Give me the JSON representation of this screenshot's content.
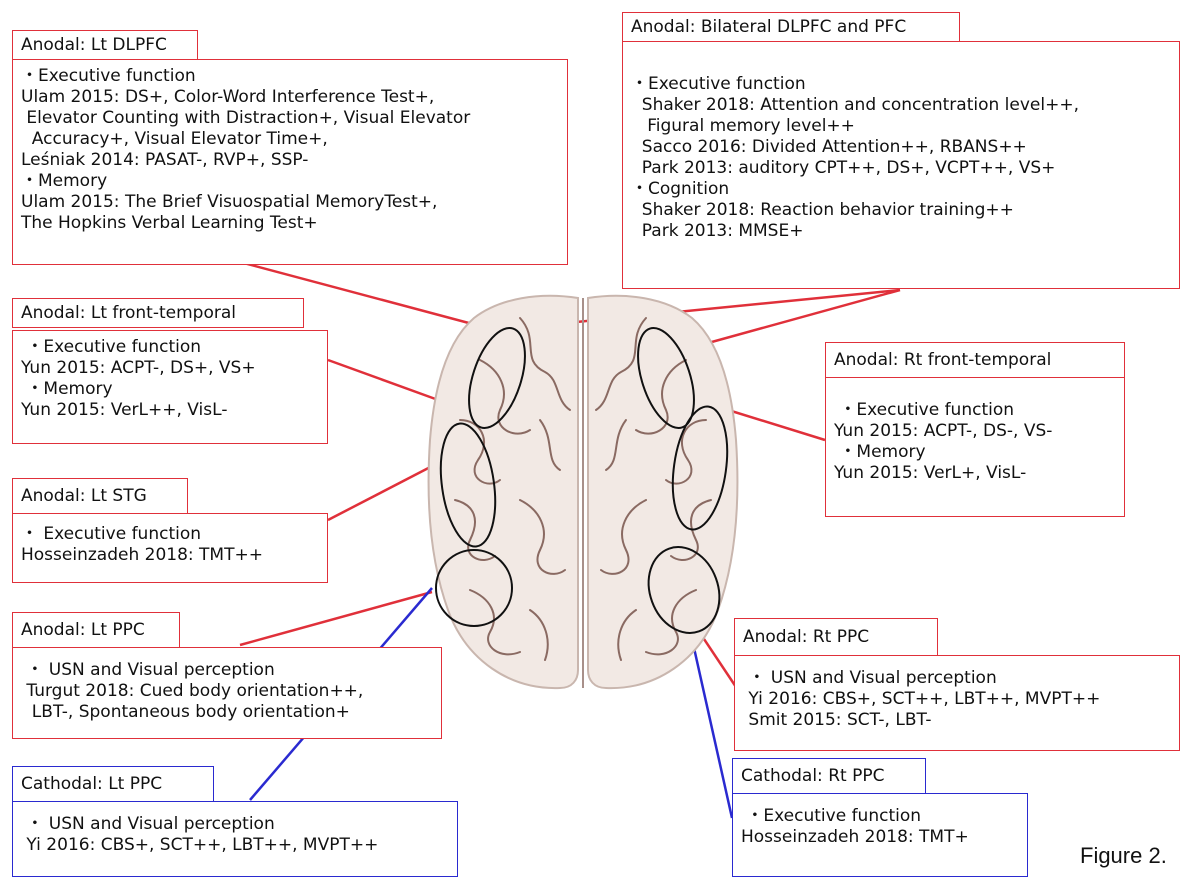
{
  "panels": {
    "lt_dlpfc": {
      "title": "Anodal: Lt DLPFC",
      "lines": [
        "・Executive function",
        "Ulam 2015: DS+, Color-Word Interference Test+,",
        " Elevator Counting with Distraction+, Visual Elevator",
        "  Accuracy+, Visual Elevator Time+,",
        "Leśniak 2014: PASAT-, RVP+, SSP-",
        "・Memory",
        "Ulam 2015: The Brief Visuospatial MemoryTest+,",
        "The Hopkins Verbal Learning Test+"
      ]
    },
    "bilateral": {
      "title": "Anodal: Bilateral DLPFC and PFC",
      "lines": [
        "・Executive function",
        "  Shaker 2018: Attention and concentration level++,",
        "   Figural memory level++",
        "  Sacco 2016: Divided Attention++, RBANS++",
        "  Park 2013: auditory CPT++, DS+, VCPT++, VS+",
        "・Cognition",
        "  Shaker 2018: Reaction behavior training++",
        "  Park 2013: MMSE+"
      ]
    },
    "lt_fronttemporal": {
      "title": "Anodal: Lt front-temporal",
      "lines": [
        " ・Executive function",
        "Yun 2015: ACPT-, DS+, VS+",
        " ・Memory",
        "Yun 2015: VerL++, VisL-"
      ]
    },
    "rt_fronttemporal": {
      "title": "Anodal: Rt front-temporal",
      "lines": [
        " ・Executive function",
        "Yun 2015: ACPT-, DS-, VS-",
        " ・Memory",
        "Yun 2015: VerL+, VisL-"
      ]
    },
    "lt_stg": {
      "title": "Anodal: Lt STG",
      "lines": [
        "・ Executive function",
        "Hosseinzadeh 2018: TMT++"
      ]
    },
    "lt_ppc": {
      "title": "Anodal: Lt PPC",
      "lines": [
        " ・ USN and Visual perception",
        " Turgut 2018: Cued body orientation++,",
        "  LBT-, Spontaneous body orientation+"
      ]
    },
    "rt_ppc": {
      "title": "Anodal: Rt PPC",
      "lines": [
        " ・ USN and Visual perception",
        " Yi 2016: CBS+, SCT++, LBT++, MVPT++",
        " Smit 2015: SCT-, LBT-"
      ]
    },
    "cath_lt_ppc": {
      "title": "Cathodal: Lt PPC",
      "lines": [
        " ・ USN and Visual perception",
        " Yi 2016: CBS+, SCT++, LBT++, MVPT++"
      ]
    },
    "cath_rt_ppc": {
      "title": "Cathodal: Rt PPC",
      "lines": [
        " ・Executive function",
        "Hosseinzadeh 2018: TMT+"
      ]
    }
  },
  "figure_label": "Figure 2.",
  "colors": {
    "anodal": "#e0303a",
    "cathodal": "#2a2ad0",
    "brain_fill": "#f2e9e4",
    "sulci": "#8a6a62"
  }
}
